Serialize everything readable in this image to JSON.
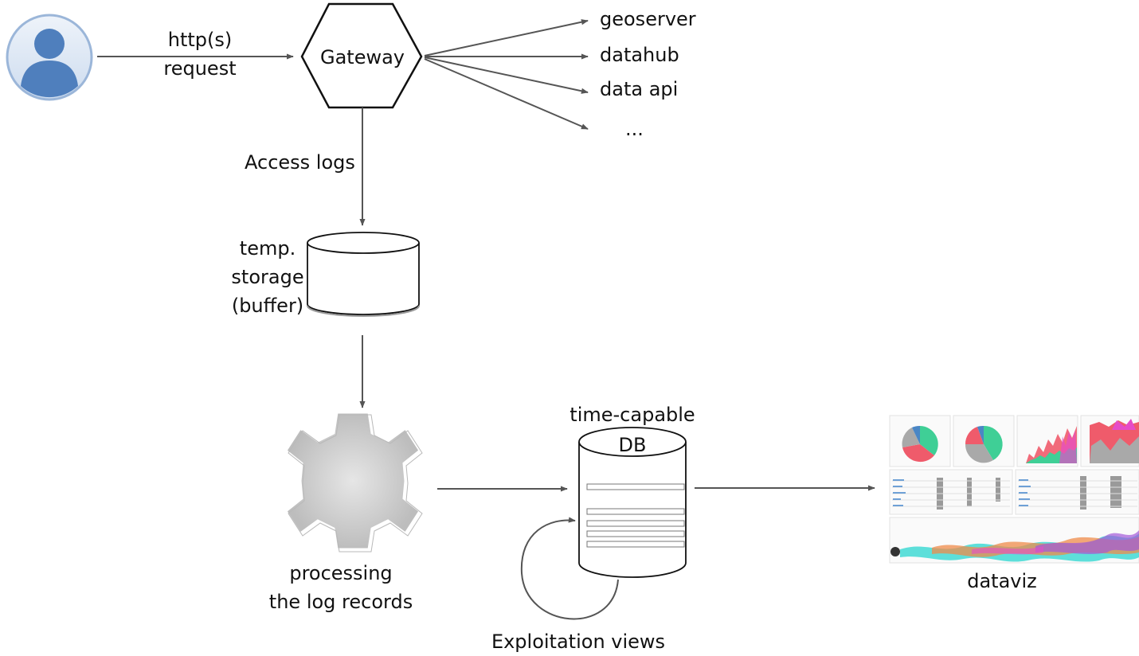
{
  "request": {
    "line1": "http(s)",
    "line2": "request"
  },
  "gateway": {
    "label": "Gateway"
  },
  "targets": [
    "geoserver",
    "datahub",
    "data api",
    "..."
  ],
  "access_logs": "Access logs",
  "temp_storage": {
    "line1": "temp.",
    "line2": "storage",
    "line3": "(buffer)"
  },
  "processing": {
    "line1": "processing",
    "line2": "the log records"
  },
  "db": {
    "caption": "time-capable",
    "label": "DB"
  },
  "exploitation_views": "Exploitation views",
  "dataviz": "dataviz",
  "colors": {
    "user_icon": "#4f7fbd",
    "user_ring": "#c8d9ee",
    "arrow": "#555555",
    "gear": "#cfcfcf",
    "pie_green": "#3fcf96",
    "pie_red": "#ef5b6b",
    "pie_gray": "#a9a9a9",
    "pie_blue": "#4a86c5"
  }
}
